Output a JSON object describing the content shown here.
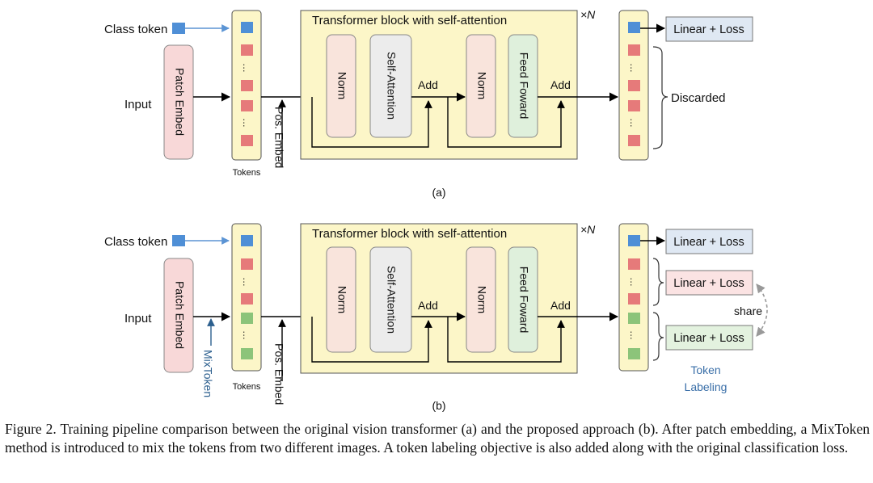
{
  "colors": {
    "block_bg": "#fcf6c8",
    "patch_fill": "#f8d8d8",
    "norm_fill": "#f9e4dc",
    "attn_fill": "#ececec",
    "ff_fill": "#dff0dc",
    "linear_fill": "#dfe8f3",
    "linear_pink_fill": "#fbe3e3",
    "linear_green_fill": "#e3f2df",
    "blue_token": "#4f8fd6",
    "red_token": "#e67a7a",
    "green_token": "#8cc47a",
    "arrow_blue": "#5b94d4",
    "mix_blue": "#2c5f8e"
  },
  "diagram_a": {
    "class_token": "Class token",
    "input": "Input",
    "patch_embed": "Patch Embed",
    "tokens": "Tokens",
    "pos_embed": "Pos. Embed",
    "block_title": "Transformer block with self-attention",
    "times_n": "×N",
    "norm1": "Norm",
    "self_attention": "Self-Attention",
    "add1": "Add",
    "norm2": "Norm",
    "feed_forward": "Feed Foward",
    "add2": "Add",
    "linear_loss": "Linear + Loss",
    "discarded": "Discarded",
    "dots": "…",
    "label": "(a)"
  },
  "diagram_b": {
    "class_token": "Class token",
    "input": "Input",
    "patch_embed": "Patch Embed",
    "mixtoken": "MixToken",
    "tokens": "Tokens",
    "pos_embed": "Pos. Embed",
    "block_title": "Transformer block with self-attention",
    "times_n": "×N",
    "norm1": "Norm",
    "self_attention": "Self-Attention",
    "add1": "Add",
    "norm2": "Norm",
    "feed_forward": "Feed Foward",
    "add2": "Add",
    "linear_loss_cls": "Linear + Loss",
    "linear_loss_pink": "Linear + Loss",
    "linear_loss_green": "Linear + Loss",
    "share": "share",
    "token_labeling_1": "Token",
    "token_labeling_2": "Labeling",
    "dots": "…",
    "label": "(b)"
  },
  "caption": "Figure 2. Training pipeline comparison between the original vision transformer (a) and the proposed approach (b). After patch embedding, a MixToken method is introduced to mix the tokens from two different images. A token labeling objective is also added along with the original classification loss."
}
